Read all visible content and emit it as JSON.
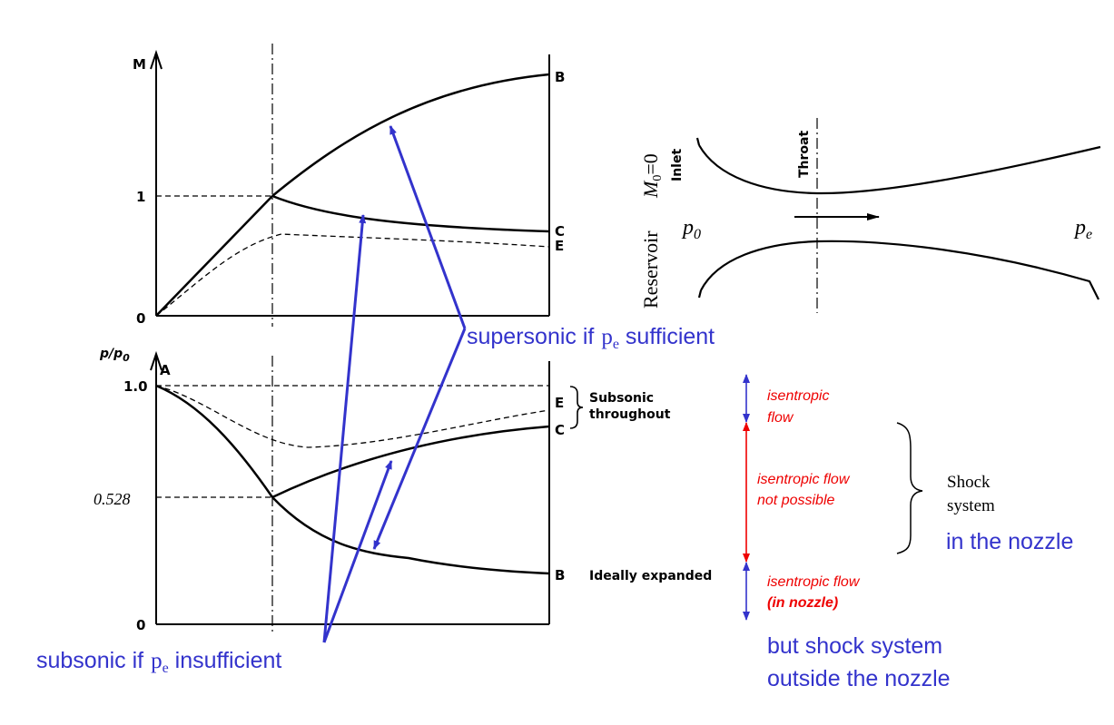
{
  "mach_plot": {
    "y_axis_label": "M",
    "tick_one": "1",
    "origin": "0",
    "curve_labels": {
      "B": "B",
      "C": "C",
      "E": "E"
    }
  },
  "pressure_plot": {
    "y_axis_label_p": "p/p",
    "y_axis_label_sub": "0",
    "point_A": "A",
    "tick_top": "1.0",
    "tick_mid": "0.528",
    "origin": "0",
    "curve_labels": {
      "E": "E",
      "C": "C",
      "B": "B"
    },
    "subsonic_note_line1": "Subsonic",
    "subsonic_note_line2": "throughout",
    "ideally_expanded": "Ideally expanded"
  },
  "nozzle": {
    "reservoir": "Reservoir",
    "m0_main": "M",
    "m0_sub": "0",
    "m0_eq": "=0",
    "inlet": "Inlet",
    "throat": "Throat",
    "p0_main": "p",
    "p0_sub": "0",
    "pe_main": "p",
    "pe_sub": "e"
  },
  "annotations": {
    "supersonic_a": "supersonic if",
    "supersonic_p": "p",
    "supersonic_sub": "e",
    "supersonic_b": " sufficient",
    "subsonic_a": "subsonic if",
    "subsonic_p": "p",
    "subsonic_sub": "e",
    "subsonic_b": " insufficient"
  },
  "regimes": {
    "isentropic_1": "isentropic",
    "isentropic_2": "flow",
    "not_possible_1": "isentropic flow",
    "not_possible_2": "not possible",
    "in_nozzle_1": "isentropic flow",
    "in_nozzle_2": "(in nozzle)",
    "shock_1": "Shock",
    "shock_2": "system",
    "in_the_nozzle": "in the nozzle",
    "outside_1": "but shock system",
    "outside_2": "outside the nozzle"
  },
  "colors": {
    "blue": "#3333cc",
    "red": "#ee0000",
    "black": "#000000"
  }
}
